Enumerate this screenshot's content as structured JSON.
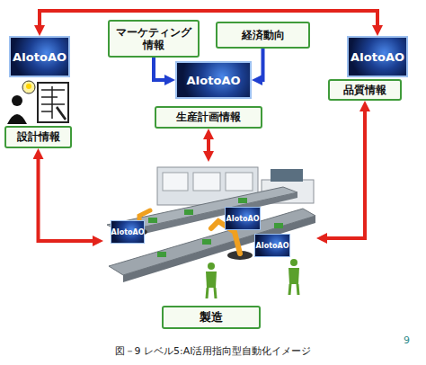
{
  "diagram": {
    "caption": "図－9 レベル5:AI活用指向型自動化イメージ",
    "nodes": [
      {
        "text": [
          "マーケティング 情報"
        ]
      },
      {
        "text": [
          "経済動向"
        ]
      },
      {
        "text": [
          "AIotoAO"
        ]
      },
      {
        "text": [
          "AIotoAO"
        ]
      },
      {
        "text": [
          "AIotoAO"
        ]
      },
      {
        "text": [
          "品質情報"
        ]
      },
      {
        "text": [
          "生産計画情報"
        ]
      },
      {
        "text": [
          "設計情報"
        ]
      },
      {
        "text": [
          "製造"
        ]
      }
    ],
    "edges": [
      {
        "from": 0,
        "to": 3,
        "arrow": "to"
      },
      {
        "from": 1,
        "to": 3,
        "arrow": "to"
      },
      {
        "from": 2,
        "to": 4,
        "arrow": "both"
      },
      {
        "from": 6,
        "to": 8,
        "arrow": "both"
      },
      {
        "from": 7,
        "to": 8,
        "arrow": "both"
      },
      {
        "from": 5,
        "to": 8,
        "arrow": "both"
      }
    ],
    "labels": [
      "AIotoAO",
      "AIotoAO",
      "AIotoAO",
      "9"
    ]
  }
}
